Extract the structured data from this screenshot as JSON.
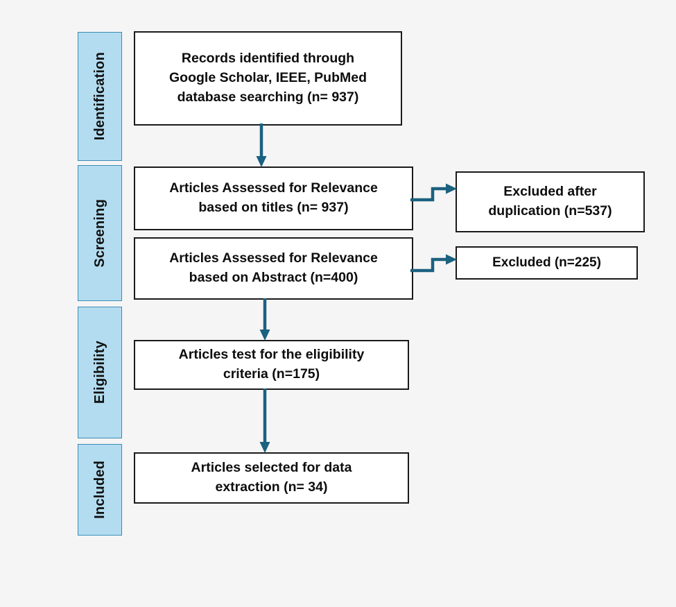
{
  "diagram": {
    "title": "PRISMA study selection flow diagram",
    "type": "flowchart",
    "background_color": "#f5f5f5",
    "arrow_color": "#1b6180",
    "stage_fill_color": "#b3dcf0",
    "stage_border_color": "#3b8cb5",
    "node_border_color": "#1a1a1a",
    "node_fill_color": "#ffffff"
  },
  "stages": [
    {
      "id": "identification",
      "label": "Identification"
    },
    {
      "id": "screening",
      "label": "Screening"
    },
    {
      "id": "eligibility",
      "label": "Eligibility"
    },
    {
      "id": "included",
      "label": "Included"
    }
  ],
  "nodes": {
    "identified": {
      "text": "Records identified through\nGoogle Scholar, IEEE, PubMed\ndatabase searching (n= 937)",
      "count": 937
    },
    "screen_titles": {
      "text": "Articles Assessed for Relevance\nbased on titles (n= 937)",
      "count": 937
    },
    "screen_abstract": {
      "text": "Articles Assessed for Relevance\nbased on Abstract (n=400)",
      "count": 400
    },
    "eligibility_test": {
      "text": "Articles test for the eligibility\ncriteria (n=175)",
      "count": 175
    },
    "included_final": {
      "text": "Articles selected for data\nextraction (n= 34)",
      "count": 34
    },
    "excluded_duplication": {
      "text": "Excluded after\nduplication (n=537)",
      "count": 537
    },
    "excluded_abstract": {
      "text": "Excluded (n=225)",
      "count": 225
    }
  }
}
